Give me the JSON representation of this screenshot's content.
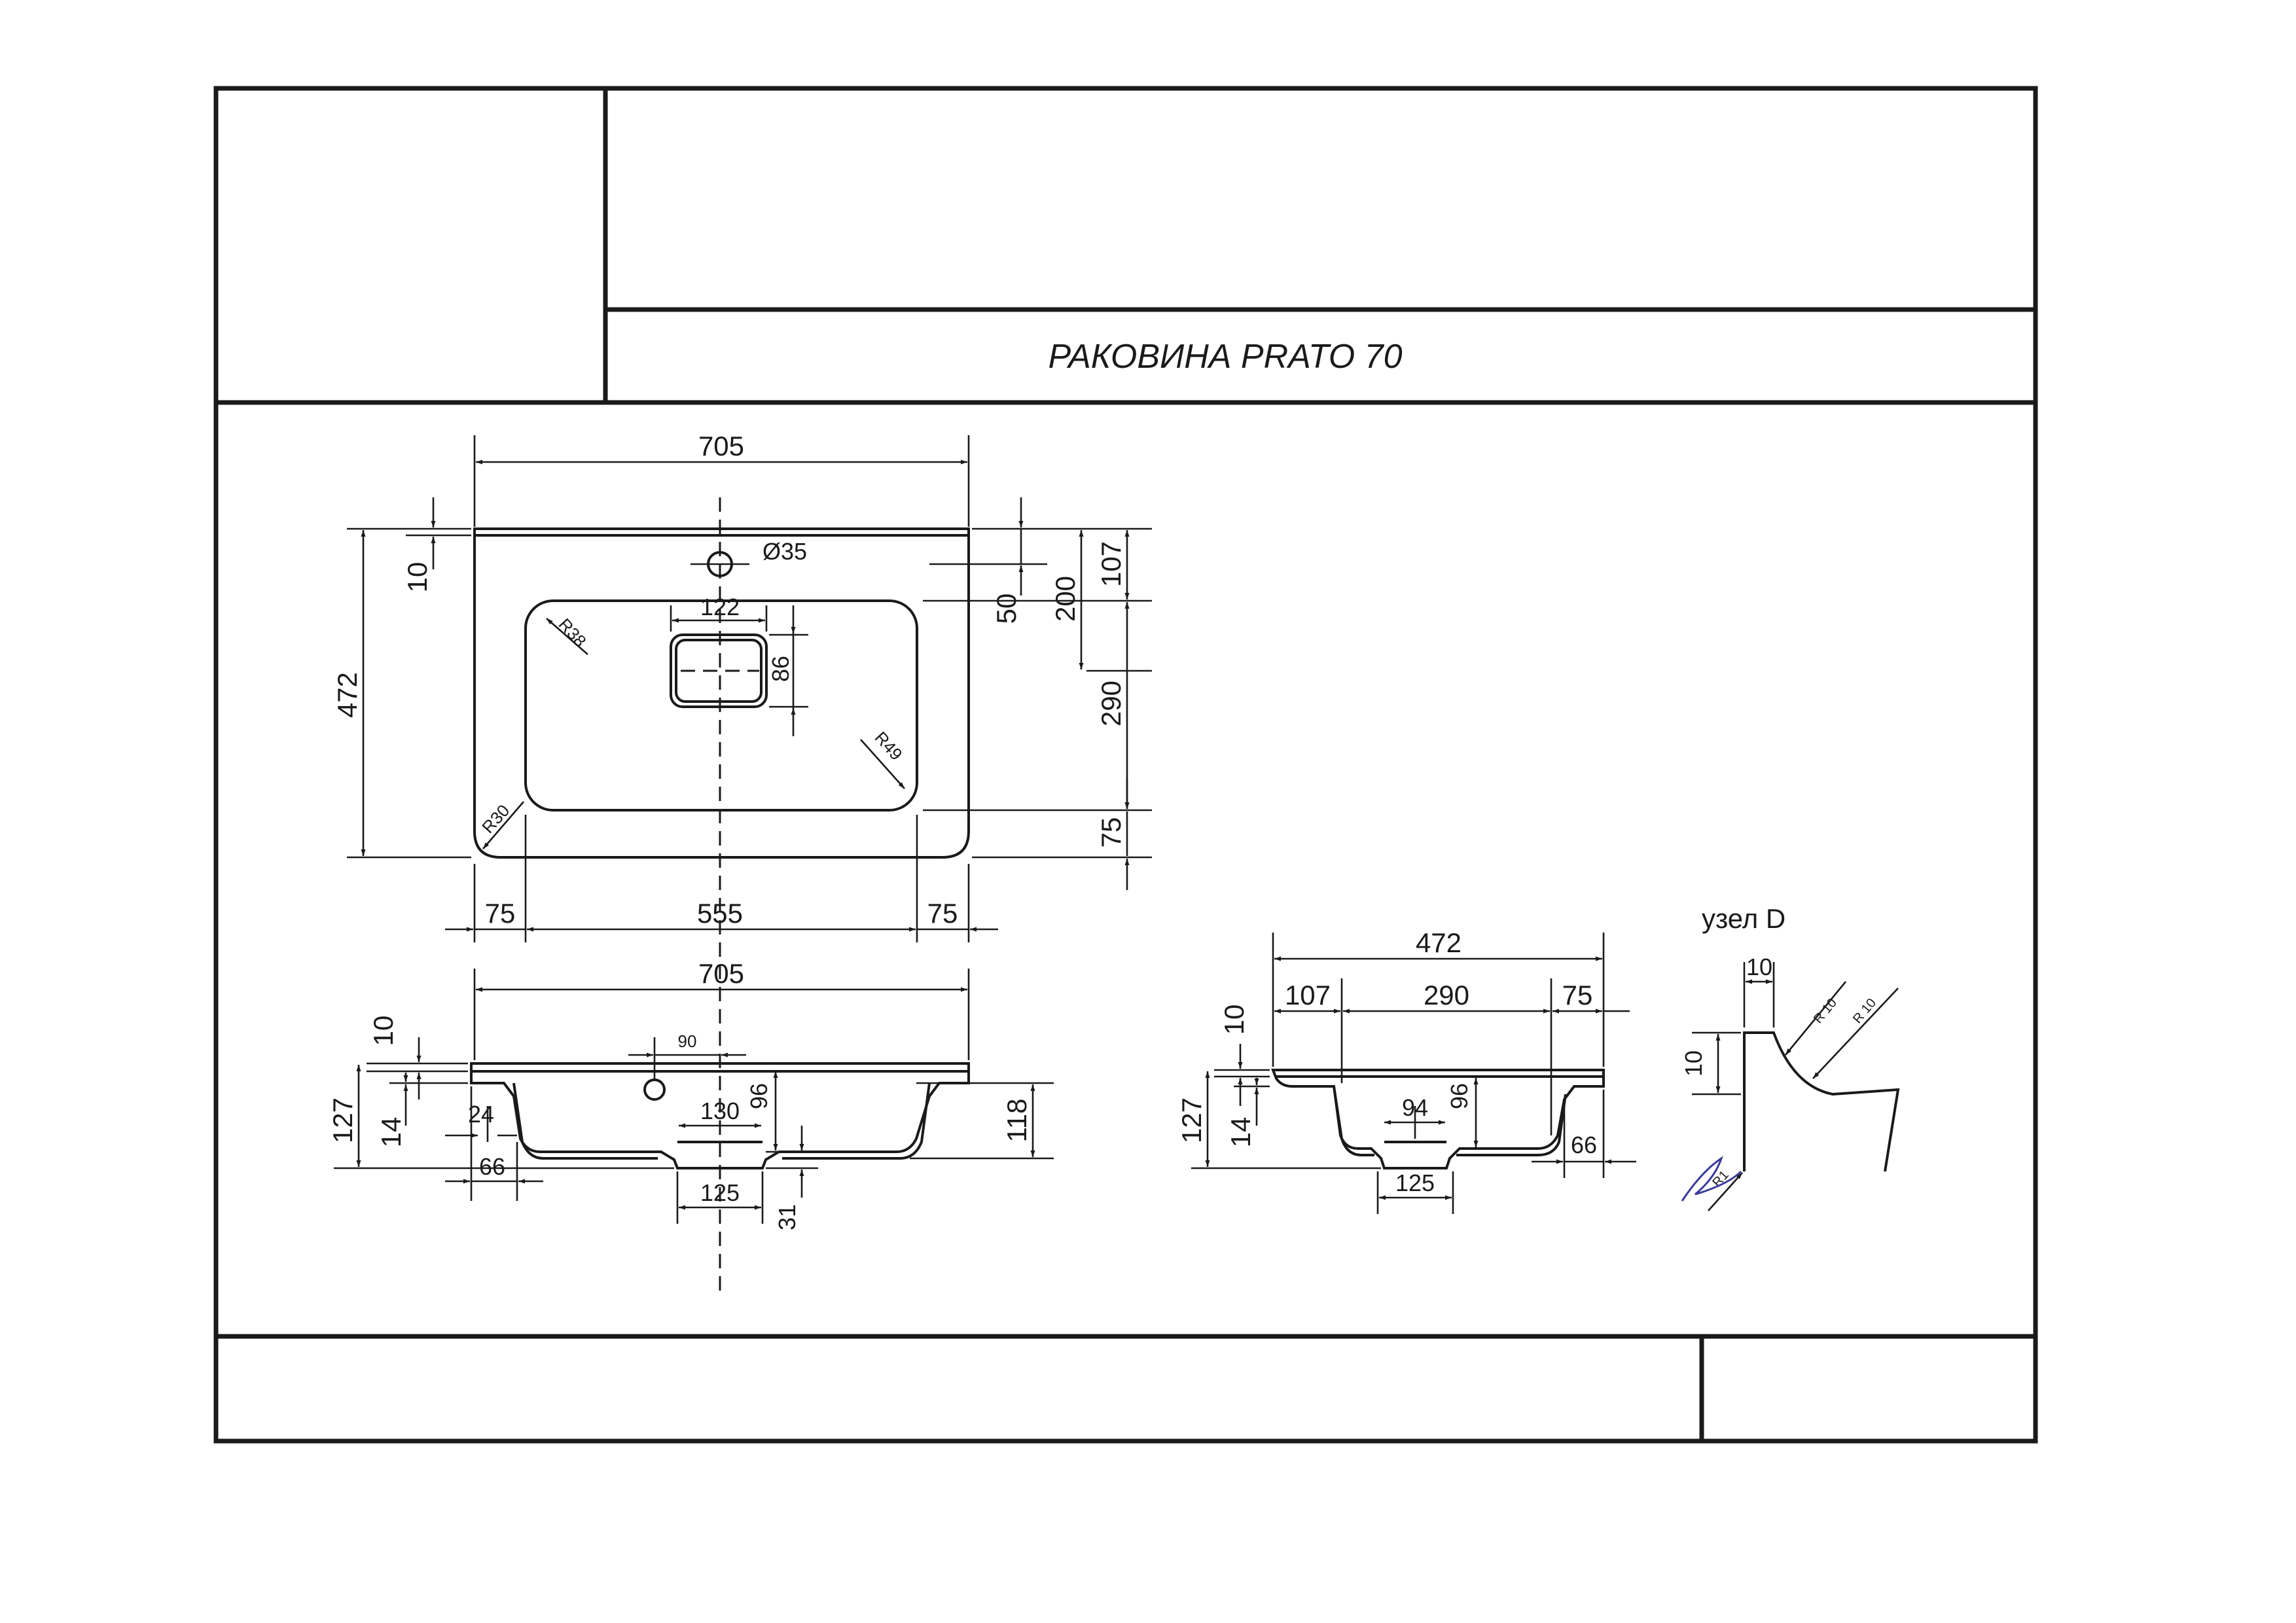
{
  "title": "РАКОВИНА PRATO 70",
  "detail": {
    "label": "узел D"
  },
  "top_view": {
    "width": "705",
    "depth": "472",
    "rim": "10",
    "hole_dia": "Ø35",
    "drain_w": "122",
    "drain_h": "86",
    "r_bowl_tl": "R38",
    "r_bowl_br": "R49",
    "r_outer": "R30",
    "right_50": "50",
    "right_107": "107",
    "right_200": "200",
    "right_290": "290",
    "right_75": "75",
    "bottom_75_left": "75",
    "bottom_555": "555",
    "bottom_75_right": "75"
  },
  "front_view": {
    "width": "705",
    "d_10": "10",
    "d_127": "127",
    "d_14": "14",
    "d_24": "24",
    "d_66": "66",
    "d_90": "90",
    "d_130": "130",
    "d_96": "96",
    "d_118": "118",
    "d_125": "125",
    "d_31": "31"
  },
  "side_view": {
    "width": "472",
    "d_107": "107",
    "d_290": "290",
    "d_75": "75",
    "d_10": "10",
    "d_127": "127",
    "d_14": "14",
    "d_94": "94",
    "d_96": "96",
    "d_66": "66",
    "d_125": "125"
  },
  "detail_view": {
    "d_10_top": "10",
    "d_10_left": "10",
    "r_10a": "R 10",
    "r_10b": "R 10",
    "r_1": "R1"
  }
}
